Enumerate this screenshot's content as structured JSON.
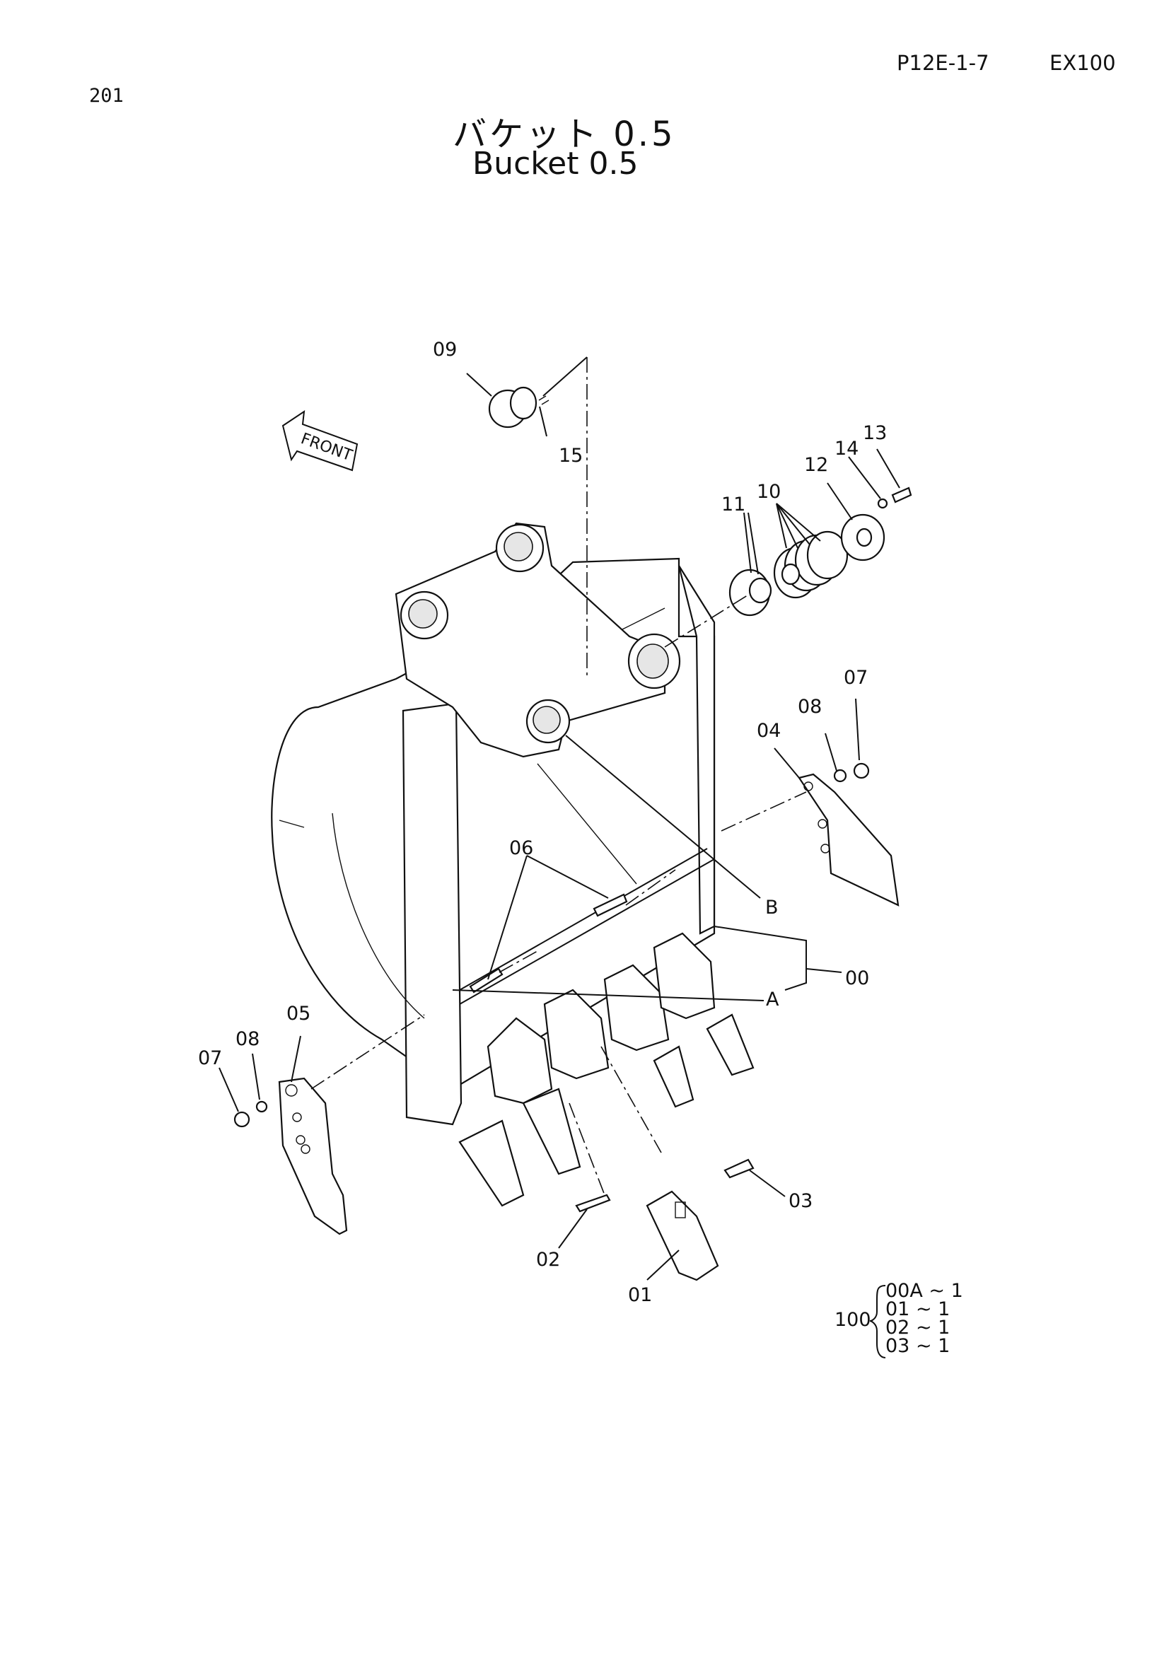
{
  "header": {
    "page_number": "201",
    "ref_code": "P12E-1-7",
    "model": "EX100"
  },
  "title": {
    "japanese": "バケット 0.5",
    "english": "Bucket 0.5"
  },
  "front_arrow": {
    "label": "FRONT"
  },
  "callouts": {
    "p00": "00",
    "p01": "01",
    "p02": "02",
    "p03": "03",
    "p04": "04",
    "p05": "05",
    "p06": "06",
    "p07_right": "07",
    "p07_left": "07",
    "p08_right": "08",
    "p08_left": "08",
    "p09": "09",
    "p10": "10",
    "p11": "11",
    "p12": "12",
    "p13": "13",
    "p14": "14",
    "p15": "15",
    "pA": "A",
    "pB": "B"
  },
  "kit": {
    "number": "100",
    "rows": [
      "00A ~ 1",
      "01 ~ 1",
      "02 ~ 1",
      "03 ~ 1"
    ]
  }
}
